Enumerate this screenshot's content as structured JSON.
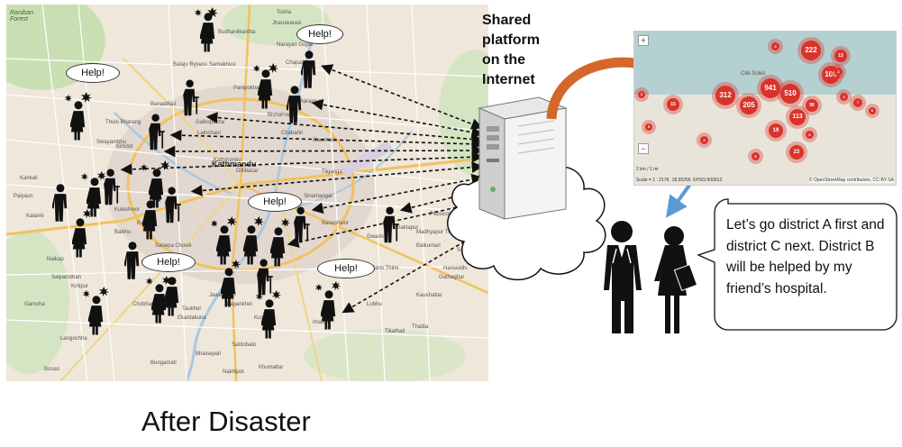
{
  "map_labels": {
    "forest": "Raniban\nForest",
    "places": [
      "Tokha",
      "Jharuwarasi",
      "Budhanilkantha",
      "Narayan Gopal",
      "Chapali",
      "Balaju Bypass",
      "Samakhusi",
      "Panipokhari",
      "Bishalnagar",
      "Banasthali",
      "Thulo Bharang",
      "Kimdol",
      "Galkopakha",
      "Maharajgunj",
      "Swayambhu",
      "Lainchaur",
      "Chabahil",
      "Gaushala",
      "Kathmandu",
      "Dillibazar",
      "Tilganga",
      "Kalanki",
      "Kuleshwor",
      "Sinamangal",
      "Balkhu",
      "Baneshwor",
      "Bhaktapur",
      "Gwarko",
      "Balkumari",
      "Sano Thimi",
      "Kirtipur",
      "Bhaisepati",
      "Satdobato",
      "Imadol",
      "Lubhu",
      "Thaiba",
      "Harisiddhi",
      "Khumaltar",
      "Nakhipot",
      "Bungamati",
      "Chobhar",
      "Taukhel",
      "Lagankhel",
      "Kusunti",
      "Jawalakhel",
      "Ekantakuna",
      "Sanepa Chowk",
      "Kalimati",
      "Naikap",
      "Salyansthan",
      "Gamcha",
      "Langochha",
      "Bosan",
      "Tikathali",
      "Kaushaltar",
      "Gathaghar",
      "Dadhikot",
      "Madhyapur Thimi",
      "Pepsicola",
      "Sallaghari",
      "Kankali",
      "Paiyaun"
    ],
    "kathmandu": "Kathmandu",
    "help": "Help!"
  },
  "platform_label": "Shared\nplatform\non the\nInternet",
  "cluster_map": {
    "counts": [
      "222",
      "13",
      "108",
      "4",
      "4",
      "312",
      "941",
      "510",
      "205",
      "113",
      "96",
      "19",
      "23",
      "15",
      "7",
      "3",
      "3",
      "3",
      "6",
      "8",
      "8",
      "5"
    ],
    "city_label": "Cité Soleil",
    "scale_text": "Scale = 1 : 217K",
    "epsg_text": "EPSG:900913",
    "coords_text": "18.55256",
    "attribution": "© OpenStreetMap contributors, CC-BY-SA",
    "zoom_in": "+",
    "zoom_out": "−",
    "scale_km": "2 km",
    "scale_mi": "1 mi"
  },
  "speech": {
    "text": "Let’s go district A first and district C next. District B will be helped by my friend’s hospital."
  },
  "footer_title": "After Disaster",
  "colors": {
    "arrow_orange": "#d4682a",
    "arrow_blue": "#5b9bd5",
    "cluster_red": "#d9332b",
    "map_road_major": "#f2c15e",
    "map_road_minor": "#ffffff"
  }
}
